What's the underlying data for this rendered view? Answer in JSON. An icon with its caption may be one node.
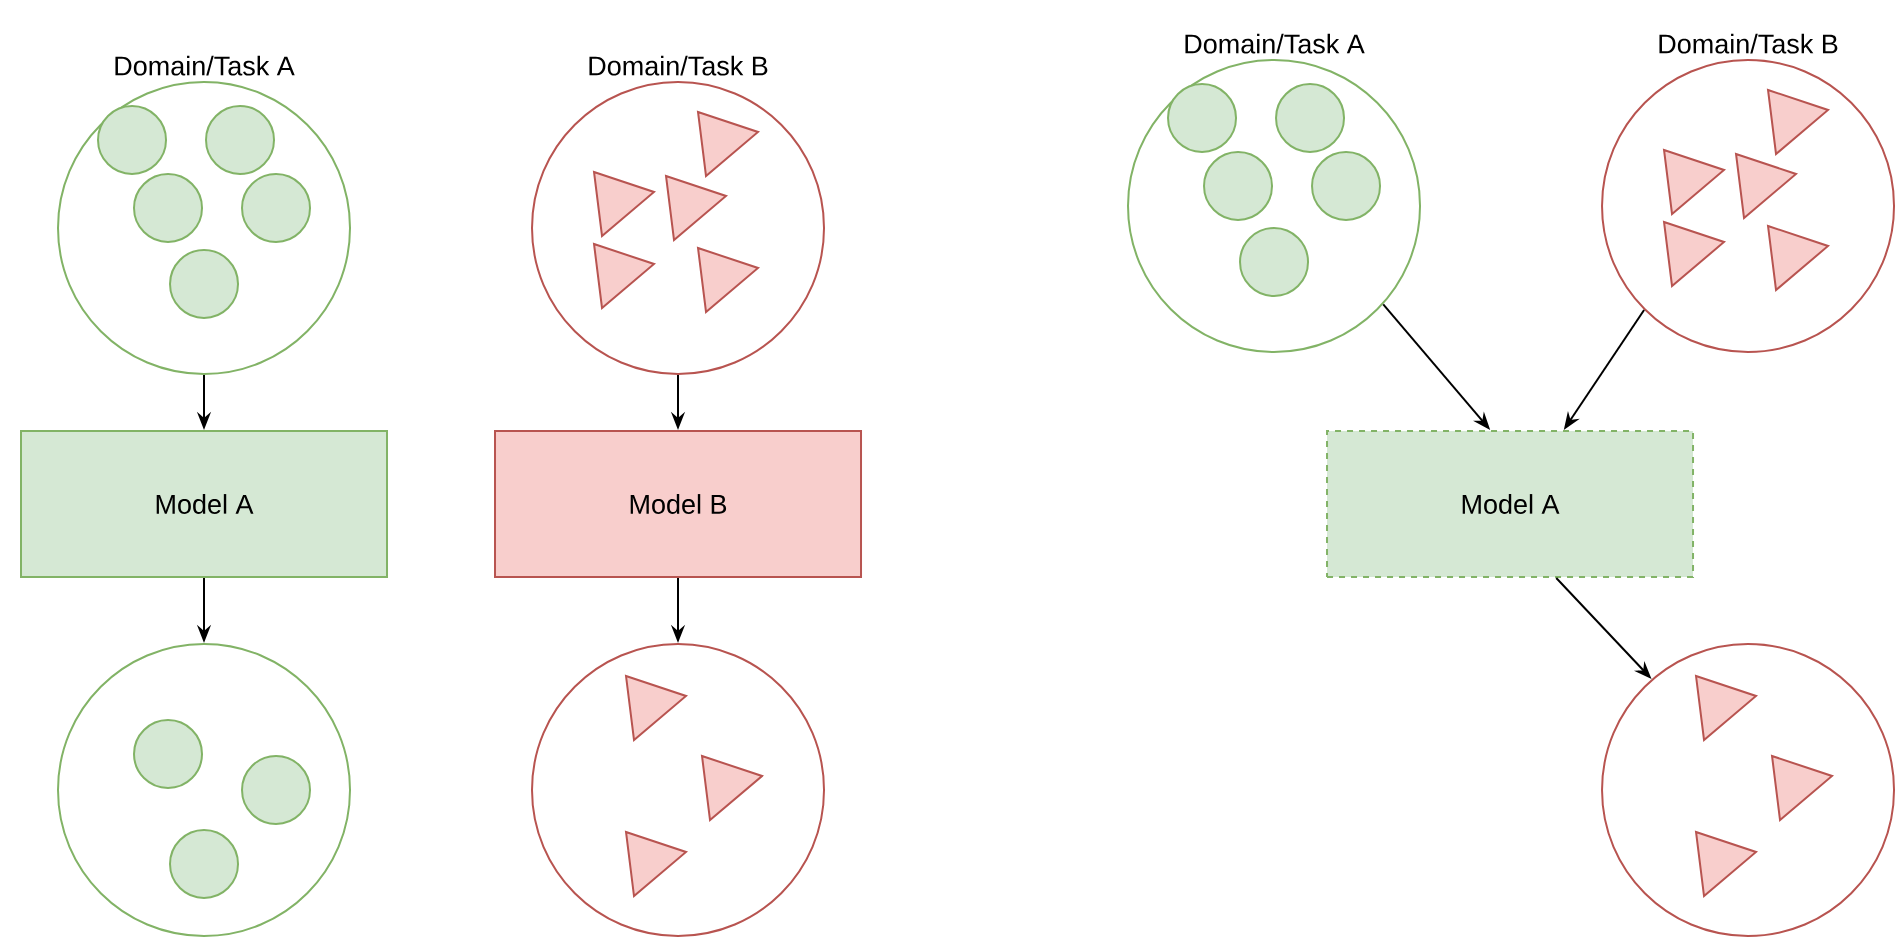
{
  "diagram": {
    "nodes": [
      {
        "text": [
          "Domain/Task A"
        ]
      },
      {
        "text": [
          "Model A"
        ]
      },
      {
        "text": [],
        "shape": "circle"
      },
      {
        "text": [
          "Domain/Task B"
        ]
      },
      {
        "text": [
          "Model B"
        ]
      },
      {
        "text": [],
        "shape": "circle"
      },
      {
        "text": [
          "Domain/Task A"
        ]
      },
      {
        "text": [
          "Domain/Task B"
        ]
      },
      {
        "text": [
          "Model A"
        ]
      },
      {
        "text": [],
        "shape": "circle"
      }
    ],
    "edges": [
      {
        "from": 0,
        "to": 1,
        "arrow": "to"
      },
      {
        "from": 1,
        "to": 2,
        "arrow": "to"
      },
      {
        "from": 3,
        "to": 4,
        "arrow": "to"
      },
      {
        "from": 4,
        "to": 5,
        "arrow": "to"
      },
      {
        "from": 6,
        "to": 8,
        "arrow": "to"
      },
      {
        "from": 7,
        "to": 8,
        "arrow": "to"
      },
      {
        "from": 8,
        "to": 9,
        "arrow": "to"
      }
    ]
  }
}
